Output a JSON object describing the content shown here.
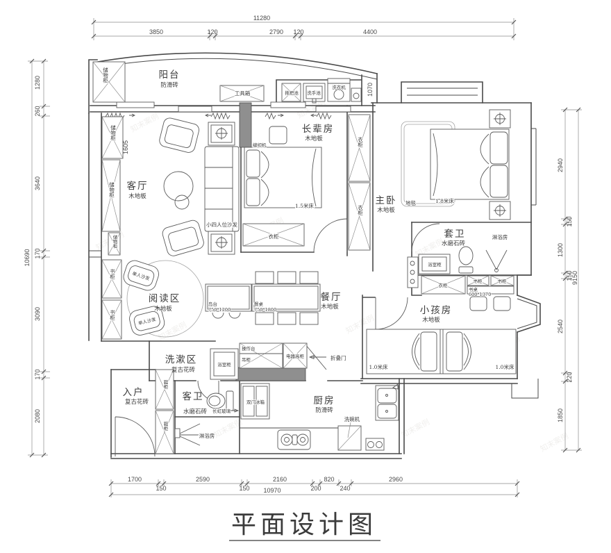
{
  "title": "平面设计图",
  "watermark": "知末案例",
  "dimensions": {
    "top": {
      "total": "11280",
      "segments": [
        "3850",
        "120",
        "2790",
        "120",
        "4400"
      ]
    },
    "bottom": {
      "total": "10970",
      "segments": [
        "1700",
        "150",
        "2590",
        "150",
        "2160",
        "200",
        "820",
        "240",
        "2960"
      ]
    },
    "left": {
      "total": "10690",
      "segments": [
        "1280",
        "260",
        "3640",
        "170",
        "3090",
        "170",
        "2080"
      ]
    },
    "right": {
      "total": "9150",
      "segments": [
        "2940",
        "150",
        "1300",
        "150",
        "2540",
        "220",
        "1850"
      ]
    },
    "inner": {
      "balcony_depth": "1070",
      "cabinet_width": "1605"
    }
  },
  "rooms": {
    "balcony": {
      "name": "阳台",
      "floor": "防滑砖"
    },
    "living": {
      "name": "客厅",
      "floor": "木地板"
    },
    "elder": {
      "name": "长辈房",
      "floor": "木地板"
    },
    "master": {
      "name": "主卧",
      "floor": "木地板"
    },
    "ensuite": {
      "name": "套卫",
      "floor": "水磨石砖"
    },
    "kids": {
      "name": "小孩房",
      "floor": "木地板"
    },
    "reading": {
      "name": "阅读区",
      "floor": "木地板"
    },
    "dining": {
      "name": "餐厅",
      "floor": "木地板"
    },
    "washzone": {
      "name": "洗漱区",
      "floor": "复古花砖"
    },
    "entry": {
      "name": "入户",
      "floor": "复古花砖"
    },
    "guestbath": {
      "name": "客卫",
      "floor": "水磨石砖"
    },
    "kitchen": {
      "name": "厨房",
      "floor": "防滑砖"
    }
  },
  "labels": {
    "storage_cabinet": "储物柜",
    "toolbox": "工具箱",
    "mop_sink": "拖把池",
    "hand_sink": "洗手池",
    "washing_machine": "洗衣机",
    "sewing_machine": "缝纫机",
    "bed_1_5": "1.5米床",
    "bed_1_8": "1.8米床",
    "bed_1_0": "1.0米床",
    "rug": "地毯",
    "wardrobe": "衣柜",
    "bookcase": "书柜",
    "desk": "书桌",
    "desk_size": "600*1370",
    "sofa_4seat": "小四人位沙发",
    "single_sofa": "单人沙发",
    "island": "岛台",
    "island_size": "750*1200",
    "dining_table": "餐桌",
    "dining_table_size": "750*1800",
    "vanity_cabinet": "浴室柜",
    "worktop": "操作台",
    "hanging_cabinet": "吊柜",
    "appliance_cabinet": "电器高柜",
    "folding_door": "折叠门",
    "shoe_cabinet": "鞋柜",
    "ribbed_glass": "长虹玻璃",
    "shower_room": "淋浴房",
    "fridge": "双门冰箱",
    "dishwasher": "洗碗机"
  }
}
